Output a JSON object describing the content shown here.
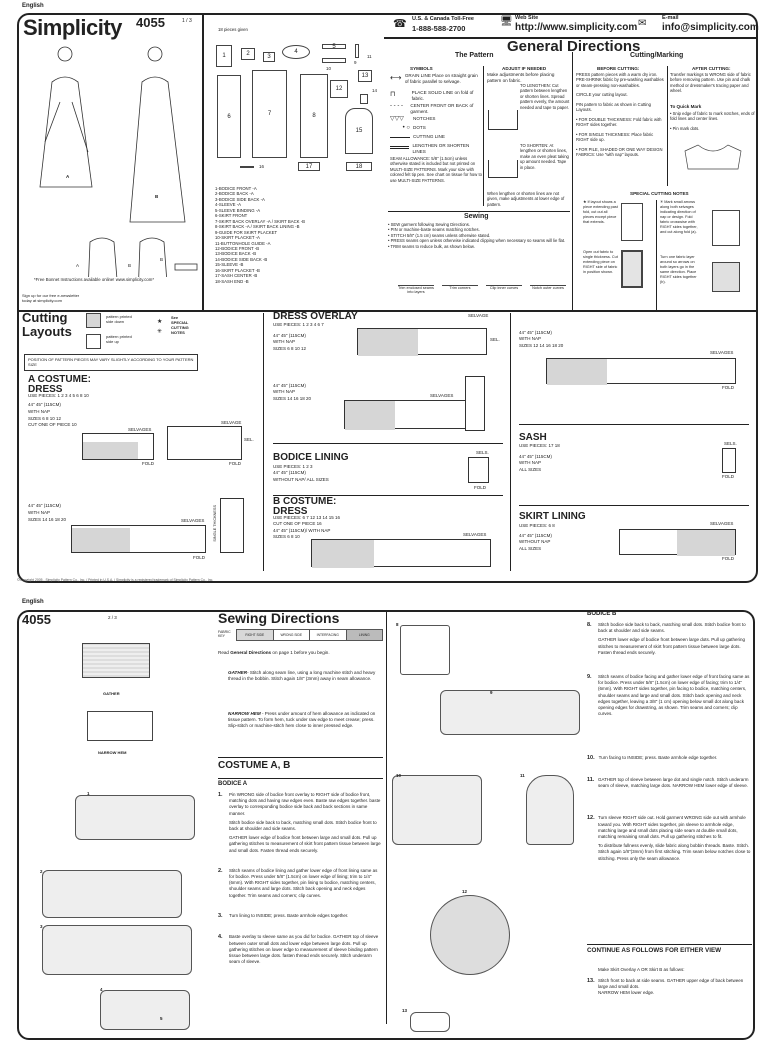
{
  "page1": {
    "language": "English",
    "brand": "Simplicity",
    "pattern_number": "4055",
    "page_indicator": "1 / 3",
    "views": [
      "A",
      "B",
      "A",
      "B",
      "B"
    ],
    "bonnet_note": "*Free Bonnet Instructions available online! www.simplicity.com*",
    "signup": "Sign up for our free e-newsletter today at simplicity.com",
    "pieces_given": "18 pieces given",
    "piece_numbers": [
      "1",
      "2",
      "3",
      "4",
      "5",
      "6",
      "7",
      "8",
      "9",
      "10",
      "11",
      "12",
      "13",
      "14",
      "15",
      "16",
      "17",
      "18"
    ],
    "piece_list": [
      "1-BODICE FRONT -A",
      "2-BODICE BACK -A",
      "3-BODICE SIDE BACK -A",
      "4-SLEEVE -A",
      "5-SLEEVE BINDING -A",
      "6-SKIRT FRONT",
      "7-SKIRT BACK OVERLAY -A / SKIRT BACK -B",
      "8-SKIRT BACK -A / SKIRT BACK LINING -B",
      "9-GUIDE FOR SKIRT PLACKET",
      "10-SKIRT PLACKET -A",
      "11-BUTTONHOLE GUIDE -A",
      "12-BODICE FRONT -B",
      "13-BODICE BACK -B",
      "14-BODICE SIDE BACK -B",
      "15-SLEEVE -B",
      "16-SKIRT PLACKET -B",
      "17-SASH CENTER -B",
      "18-SASH END -B"
    ],
    "contact": {
      "phone_label": "U.S. & Canada Toll-Free",
      "phone": "1-888-588-2700",
      "web_label": "Web Site",
      "web": "http://www.simplicity.com",
      "email_label": "E-mail",
      "email": "info@simplicity.com"
    },
    "general": {
      "title": "General Directions",
      "pattern_title": "The Pattern",
      "symbols_title": "SYMBOLS",
      "symbols": [
        "GRAIN LINE Place on straight grain of fabric parallel to selvage.",
        "PLACE SOLID LINE on fold of fabric.",
        "CENTER FRONT OR BACK of garment.",
        "NOTCHES",
        "DOTS",
        "CUTTING LINE",
        "LENGTHEN OR SHORTEN LINES"
      ],
      "seam_allowance": "SEAM ALLOWANCE: 5/8\" (1.5cm) unless otherwise stated is included but not printed on MULTI-SIZE PATTERNS. Mark your size with colored felt tip pen. See chart on tissue for how to use MULTI-SIZE PATTERNS.",
      "adjust_title": "ADJUST IF NEEDED",
      "adjust_intro": "Make adjustments before placing pattern on fabric.",
      "lengthen": "TO LENGTHEN: Cut pattern between lengthen or shorten lines. Spread pattern evenly, the amount needed and tape to paper.",
      "shorten": "TO SHORTEN: At lengthen or shorten lines, make an even pleat taking up amount needed. Tape in place.",
      "adjust_note": "When lengthen or shorten lines are not given, make adjustments at lower edge of pattern.",
      "cutting_title": "Cutting/Marking",
      "before_title": "BEFORE CUTTING:",
      "before": [
        "PRESS pattern pieces with a warm dry iron. PRE-SHRINK fabric by pre-washing washables or steam-pressing non-washables.",
        "CIRCLE your cutting layout.",
        "PIN pattern to fabric as shown in Cutting Layouts.",
        "• FOR DOUBLE THICKNESS: Fold fabric with RIGHT sides together.",
        "• FOR SINGLE THICKNESS: Place fabric RIGHT side up.",
        "• FOR PILE, SHADED OR ONE WAY DESIGN FABRICS: Use \"with nap\" layouts."
      ],
      "after_title": "AFTER CUTTING:",
      "after": "Transfer markings to WRONG side of fabric before removing pattern. Use pin and chalk method or dressmaker's tracing paper and wheel.",
      "quick_mark_title": "To Quick Mark",
      "quick_mark": [
        "• Snip edge of fabric to mark notches, ends of fold lines and center lines.",
        "• Pin mark dots."
      ],
      "special_title": "SPECIAL CUTTING NOTES",
      "special": [
        "If layout shows a piece extending past fold, cut out all pieces except piece that extends.",
        "Open out fabric to single thickness. Cut extending piece on RIGHT side of fabric in position shown.",
        "Mark small arrows along both selvages indicating direction of nap or design. Fold fabric crosswise with RIGHT sides together, and cut along fold (a).",
        "Turn one fabric layer around so arrows on both layers go in the same direction. Place RIGHT sides together (b)."
      ],
      "sewing_title": "Sewing",
      "sewing": [
        "• SEW garment following Sewing Directions.",
        "• PIN or machine-baste seams matching notches.",
        "• STITCH 5/8\" (1.5 cm) seams unless otherwise stated.",
        "• PRESS seams open unless otherwise indicated clipping when necessary so seams will lie flat.",
        "• TRIM seams to reduce bulk, as shown below."
      ],
      "trim_labels": [
        "Trim enclosed seams into layers",
        "Trim corners",
        "Clip inner curves",
        "Notch outer curves"
      ]
    },
    "cutting": {
      "title_line1": "Cutting",
      "title_line2": "Layouts",
      "legend_down": "pattern printed side down",
      "legend_up": "pattern printed side up",
      "legend_special": "See SPECIAL CUTTING NOTES",
      "position_note": "POSITION OF PATTERN PIECES MAY VARY SLIGHTLY ACCORDING TO YOUR PATTERN SIZE",
      "sections": [
        {
          "title": "A COSTUME: DRESS",
          "use": "USE PIECES: 1 2 3 4 5 6 8 10",
          "specs": [
            [
              "44\" 45\" (115CM)",
              "WITH NAP",
              "SIZES 6 8 10 12",
              "CUT ONE OF PIECE 10"
            ],
            [
              "44\" 45\" (115CM)",
              "WITH NAP",
              "SIZES 14 16 18 20"
            ]
          ]
        },
        {
          "title": "DRESS OVERLAY",
          "use": "USE PIECES: 1 2 3 4 6 7",
          "specs": [
            [
              "44\" 45\" (115CM)",
              "WITH NAP",
              "SIZES 6 8 10 12"
            ],
            [
              "44\" 45\" (115CM)",
              "WITH NAP",
              "SIZES 14 16 18 20"
            ]
          ]
        },
        {
          "title": "BODICE LINING",
          "use": "USE PIECES: 1 2 3",
          "specs": [
            [
              "44\" 45\" (115CM)",
              "WITHOUT NAP/ ALL SIZES"
            ]
          ]
        },
        {
          "title": "B COSTUME: DRESS",
          "use": "USE PIECES: 6 7 12 13 14 15 16",
          "specs": [
            [
              "CUT ONE OF PIECE 16",
              "44\" 45\" (115CM)/ WITH NAP",
              "SIZES 6 8 10"
            ]
          ]
        },
        {
          "title": "",
          "use": "",
          "specs": [
            [
              "44\" 45\" (115CM)",
              "WITH NAP",
              "SIZES 12 14 16 18 20"
            ]
          ]
        },
        {
          "title": "SASH",
          "use": "USE PIECES: 17 18",
          "specs": [
            [
              "44\" 45\" (115CM)",
              "WITH NAP",
              "ALL SIZES"
            ]
          ]
        },
        {
          "title": "SKIRT LINING",
          "use": "USE PIECES: 6 8",
          "specs": [
            [
              "44\" 45\" (115CM)",
              "WITHOUT NAP",
              "ALL SIZES"
            ]
          ]
        }
      ],
      "labels": {
        "selvages": "SELVAGES",
        "selvage": "SELVAGE",
        "fold": "FOLD",
        "sel": "SEL.",
        "sels": "SELS.",
        "single": "SINGLE THICKNESS"
      }
    },
    "copyright": "©Copyright 2005 - Simplicity Pattern Co., Inc. / Printed in U.S.A. / Simplicity is a registered trademark of Simplicity Pattern Co., Inc."
  },
  "page2": {
    "language": "English",
    "pattern_number": "4055",
    "page_indicator": "2 / 3",
    "title": "Sewing Directions",
    "fabric_key_label": "FABRIC KEY",
    "fabric_key": [
      "RIGHT SIDE",
      "WRONG SIDE",
      "INTERFACING",
      "LINING"
    ],
    "intro_pre": "Read ",
    "intro_bold": "General Directions",
    "intro_post": " on page 1 before you begin.",
    "gather_term": "GATHER",
    "gather_text": "- Stitch along seam line, using a long machine stitch and heavy thread in the bobbin. Stitch again 1/8\" (3mm) away in seam allowance.",
    "hem_term": "NARROW HEM",
    "hem_text": " - Press under amount of hem allowance as indicated on tissue pattern. To form hem, tuck under raw edge to meet crease; press. Slip-stitch or machine-stitch hem close to inner pressed edge.",
    "gather_label": "GATHER",
    "hem_label": "NARROW HEM",
    "section": "COSTUME A, B",
    "bodice_a": "BODICE A",
    "steps_a": [
      {
        "n": "1.",
        "p": [
          "Pin WRONG side of bodice front overlay to RIGHT side of bodice front, matching dots and having raw edges even. Baste raw edges together. baste overlay to corresponding bodice side back and back sections in same manner.",
          "Stitch bodice side back to back, matching small dots. Stitch bodice front to back at shoulder and side seams.",
          "GATHER lower edge of bodice front between large and small dots. Pull up gathering stitches to measurement of skirt front pattern tissue between large and small dots. Fasten thread ends securely."
        ]
      },
      {
        "n": "2.",
        "p": [
          "Stitch seams of bodice lining and gather lower edge of front lining same as for bodice. Press under 5/8\" (1.5cm) on lower edge of lining; trim to 1/4\" (6mm). With RIGHT sides together, pin lining to bodice, matching centers, shoulder seams and large dots. Stitch back opening and neck edges together. Trim seams and corners; clip curves."
        ]
      },
      {
        "n": "3.",
        "p": [
          "Turn lining to INSIDE; press. Baste armhole edges together."
        ]
      },
      {
        "n": "4.",
        "p": [
          "Baste overlay to sleeve same as you did for bodice. GATHER top of sleeve between outer small dots and lower edge between large dots. Pull up gathering stitches on lower edge to measurement of sleeve binding pattern tissue between large dots. fasten thread ends securely. Stitch underarm seam of sleeve."
        ]
      }
    ],
    "bodice_b": "BODICE B",
    "steps_b": [
      {
        "n": "8.",
        "p": [
          "Stitch bodice side back to back, matching small dots. Stitch bodice front to back at shoulder and side seams.",
          "GATHER lower edge of bodice front between large dots. Pull up gathering stitches to measurement of skirt front pattern tissue between large dots. Fasten thread ends securely."
        ]
      },
      {
        "n": "9.",
        "p": [
          "Stitch seams of bodice facing and gather lower edge of front facing same as for bodice. Press under 5/8\" (1.5cm) on lower edge of facing; trim to 1/4\" (6mm). With RIGHT sides together, pin facing to bodice, matching centers, shoulder seams and large and small dots. Stitch back opening and neck edges together, leaving a 3/8\" (1 cm) opening below small dot along back opening edges for drawstring, as shown. Trim seams and corners; clip curves."
        ]
      },
      {
        "n": "10.",
        "p": [
          "Turn facing to INSIDE; press. Baste armhole edge together."
        ]
      },
      {
        "n": "11.",
        "p": [
          "GATHER top of sleeve between large dot and single notch. Stitch underarm seam of sleeve, matching large dots. NARROW HEM lower edge of sleeve."
        ]
      },
      {
        "n": "12.",
        "p": [
          "Turn sleeve RIGHT side out. Hold garment WRONG side out with armhole toward you. With RIGHT sides together, pin sleeve to armhole edge, matching large and small dots placing side seam at double small dots, matching remaining small dots. Pull up gathering stitches to fit.",
          "To distribute fullness evenly, slide fabric along bobbin threads. Baste. Stitch. Stitch again 1/8\"(3mm) from first stitching. Trim seam below notches close to stitching. Press only the seam allowance."
        ]
      }
    ],
    "continue_title": "CONTINUE AS FOLLOWS FOR EITHER VIEW",
    "continue_intro": "Make Skirt Overlay A OR Skirt B as follows:",
    "steps_c": [
      {
        "n": "13.",
        "p": [
          "Stitch front to back at side seams. GATHER upper edge of back between large and small dots.",
          "NARROW HEM lower edge."
        ]
      }
    ],
    "figure_numbers": [
      "1",
      "2",
      "3",
      "4",
      "5",
      "8",
      "9",
      "10",
      "11",
      "12",
      "13"
    ]
  }
}
